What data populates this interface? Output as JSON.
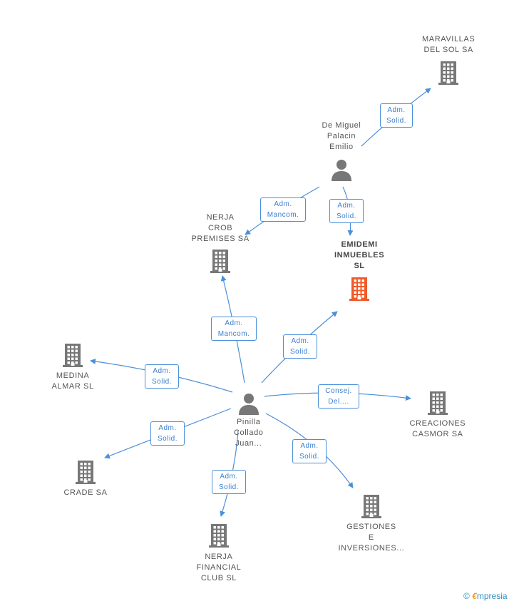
{
  "colors": {
    "edge": "#4a90d9",
    "building": "#777777",
    "building_main": "#f05a28",
    "person": "#777777"
  },
  "nodes": {
    "maravillas": {
      "lines": [
        "MARAVILLAS",
        "DEL SOL SA"
      ],
      "icon": "building-icon"
    },
    "demiguel": {
      "lines": [
        "De Miguel",
        "Palacin",
        "Emilio"
      ],
      "icon": "person-icon"
    },
    "nerja_crob": {
      "lines": [
        "NERJA",
        "CROB",
        "PREMISES SA"
      ],
      "icon": "building-icon"
    },
    "emidemi": {
      "lines": [
        "EMIDEMI",
        "INMUEBLES",
        "SL"
      ],
      "icon": "building-icon"
    },
    "medina": {
      "lines": [
        "MEDINA",
        "ALMAR SL"
      ],
      "icon": "building-icon"
    },
    "pinilla": {
      "lines": [
        "Pinilla",
        "Collado",
        "Juan..."
      ],
      "icon": "person-icon"
    },
    "creaciones": {
      "lines": [
        "CREACIONES",
        "CASMOR SA"
      ],
      "icon": "building-icon"
    },
    "crade": {
      "lines": [
        "CRADE SA"
      ],
      "icon": "building-icon"
    },
    "gestiones": {
      "lines": [
        "GESTIONES",
        "E",
        "INVERSIONES..."
      ],
      "icon": "building-icon"
    },
    "nerja_fin": {
      "lines": [
        "NERJA",
        "FINANCIAL",
        "CLUB SL"
      ],
      "icon": "building-icon"
    }
  },
  "edges": [
    {
      "lines": [
        "Adm.",
        "Solid."
      ]
    },
    {
      "lines": [
        "Adm.",
        "Mancom."
      ]
    },
    {
      "lines": [
        "Adm.",
        "Solid."
      ]
    },
    {
      "lines": [
        "Adm.",
        "Mancom."
      ]
    },
    {
      "lines": [
        "Adm.",
        "Solid."
      ]
    },
    {
      "lines": [
        "Adm.",
        "Solid."
      ]
    },
    {
      "lines": [
        "Consej.",
        "Del...."
      ]
    },
    {
      "lines": [
        "Adm.",
        "Solid."
      ]
    },
    {
      "lines": [
        "Adm.",
        "Solid."
      ]
    },
    {
      "lines": [
        "Adm.",
        "Solid."
      ]
    }
  ],
  "footer": {
    "copyright": "©",
    "brand_initial": "€",
    "brand_rest": "mpresia"
  }
}
